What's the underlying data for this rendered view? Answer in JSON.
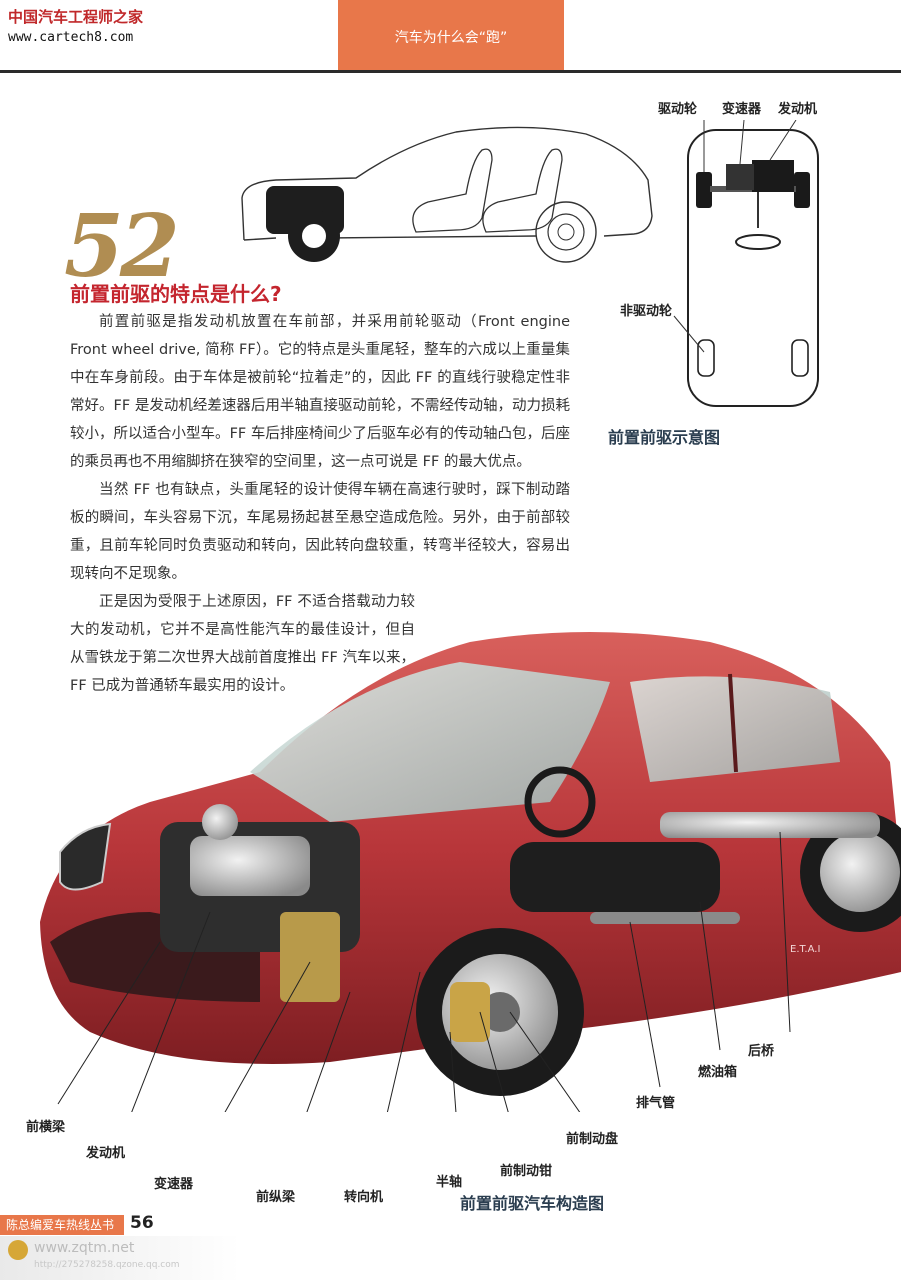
{
  "header": {
    "logo_text": "中国汽车工程师之家",
    "site_url": "www.cartech8.com",
    "section_tab": "汽车为什么会“跑”"
  },
  "section": {
    "number": "52",
    "title": "前置前驱的特点是什么?"
  },
  "paragraphs": [
    "前置前驱是指发动机放置在车前部，并采用前轮驱动（Front engine Front wheel drive, 简称 FF）。它的特点是头重尾轻，整车的六成以上重量集中在车身前段。由于车体是被前轮“拉着走”的，因此 FF 的直线行驶稳定性非常好。FF 是发动机经差速器后用半轴直接驱动前轮，不需经传动轴，动力损耗较小，所以适合小型车。FF 车后排座椅间少了后驱车必有的传动轴凸包，后座的乘员再也不用缩脚挤在狭窄的空间里，这一点可说是 FF 的最大优点。",
    "当然 FF 也有缺点，头重尾轻的设计使得车辆在高速行驶时，踩下制动踏板的瞬间，车头容易下沉，车尾易扬起甚至悬空造成危险。另外，由于前部较重，且前车轮同时负责驱动和转向，因此转向盘较重，转弯半径较大，容易出现转向不足现象。",
    "正是因为受限于上述原因，FF 不适合搭载动力较大的发动机，它并不是高性能汽车的最佳设计，但自从雪铁龙于第二次世界大战前首度推出 FF 汽车以来，FF 已成为普通轿车最实用的设计。"
  ],
  "schematic": {
    "labels": {
      "drive_wheel": "驱动轮",
      "transmission": "变速器",
      "engine": "发动机",
      "non_drive_wheel": "非驱动轮"
    },
    "caption": "前置前驱示意图"
  },
  "cutaway": {
    "parts": {
      "front_crossmember": "前横梁",
      "engine": "发动机",
      "transmission": "变速器",
      "front_subframe": "前纵梁",
      "steering_knuckle": "转向机",
      "half_shaft": "半轴",
      "brake_caliper": "前制动钳",
      "brake_disc": "前制动盘",
      "exhaust": "排气管",
      "fuel_tank": "燃油箱",
      "rear_axle": "后桥"
    },
    "artist_mark": "E.T.A.I",
    "caption": "前置前驱汽车构造图"
  },
  "footer": {
    "series_name": "陈总编爱车热线丛书",
    "page_number": "56",
    "watermark_url": "www.zqtm.net",
    "watermark_sub": "http://275278258.qzone.qq.com"
  },
  "colors": {
    "accent_orange": "#e8774a",
    "title_red": "#c4252e",
    "car_red": "#b8363a",
    "chapter_gold": "#b08d52"
  }
}
